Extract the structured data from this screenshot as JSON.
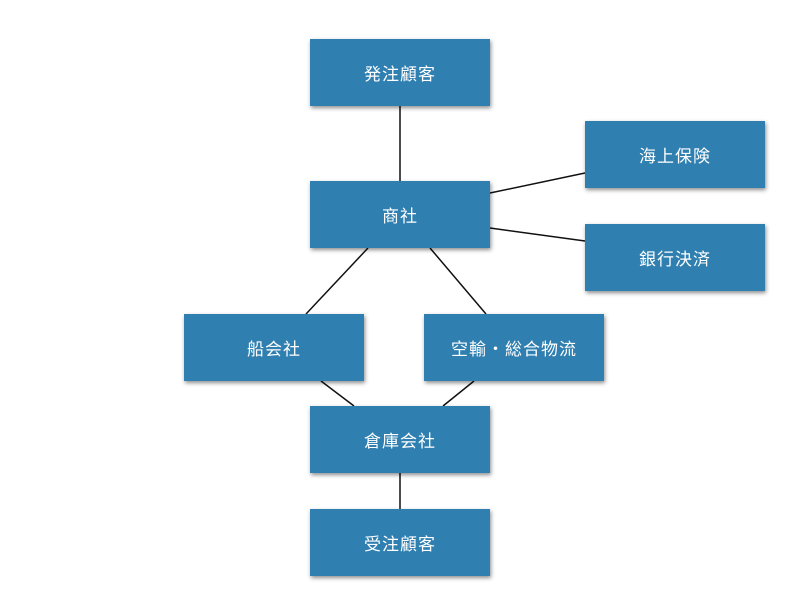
{
  "diagram": {
    "nodes": {
      "order_customer": "発注顧客",
      "trading_company": "商社",
      "marine_insurance": "海上保険",
      "bank_settlement": "銀行決済",
      "shipping_company": "船会社",
      "air_logistics": "空輸・総合物流",
      "warehouse_company": "倉庫会社",
      "receiving_customer": "受注顧客"
    },
    "edges": [
      {
        "from": "発注顧客",
        "to": "商社"
      },
      {
        "from": "商社",
        "to": "海上保険"
      },
      {
        "from": "商社",
        "to": "銀行決済"
      },
      {
        "from": "商社",
        "to": "船会社"
      },
      {
        "from": "商社",
        "to": "空輸・総合物流"
      },
      {
        "from": "船会社",
        "to": "倉庫会社"
      },
      {
        "from": "空輸・総合物流",
        "to": "倉庫会社"
      },
      {
        "from": "倉庫会社",
        "to": "受注顧客"
      }
    ],
    "colors": {
      "node_fill": "#2f7fb0",
      "node_text": "#ffffff",
      "edge": "#111111",
      "background": "#ffffff"
    }
  }
}
